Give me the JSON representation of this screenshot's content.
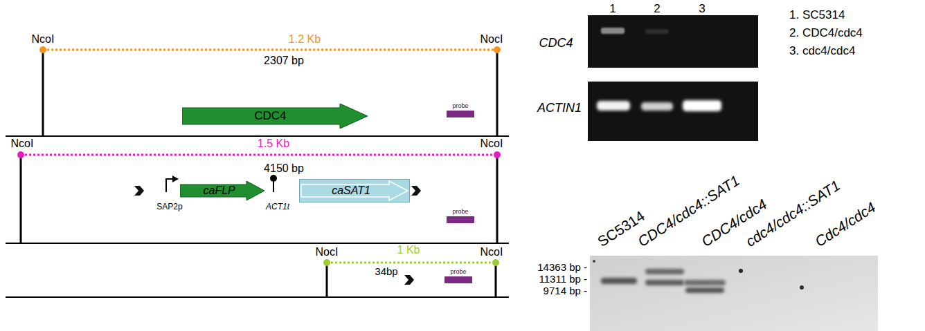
{
  "diagram": {
    "nodes": [
      {
        "text": [
          "CDC4"
        ]
      },
      {
        "text": [
          "probe"
        ]
      },
      {
        "text": [
          "caFLP"
        ]
      },
      {
        "text": [
          "caSAT1"
        ]
      },
      {
        "text": [
          "probe"
        ]
      },
      {
        "text": [
          "probe"
        ]
      }
    ],
    "labels": [
      "NcoI",
      "1.2 Kb",
      "NocI",
      "2307 bp",
      "NcoI",
      "1.5 Kb",
      "NcoI",
      "4150 bp",
      "SAP2p",
      "ACT1t",
      "NocI",
      "1 Kb",
      "NcoI",
      "34bp",
      "1",
      "2",
      "3",
      "CDC4",
      "ACTIN1",
      "1. SC5314",
      "2. CDC4/cdc4",
      "3. cdc4/cdc4",
      "SC5314",
      "CDC4/cdc4::SAT1",
      "CDC4/cdc4",
      "cdc4/cdc4::SAT1",
      "Cdc4/cdc4",
      "14363 bp -",
      "11311 bp -",
      "9714 bp -"
    ]
  }
}
